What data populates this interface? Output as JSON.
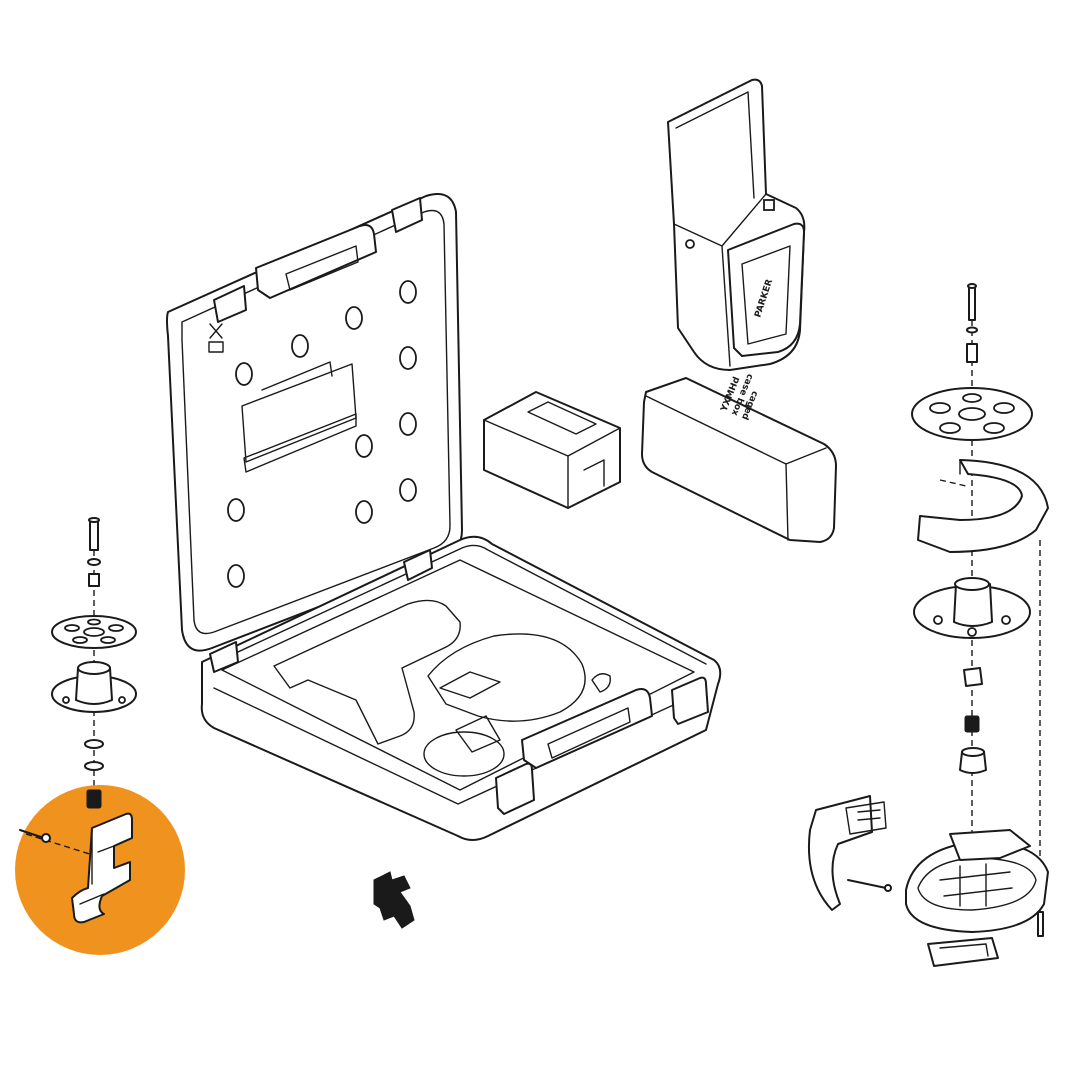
{
  "diagram": {
    "highlight_color": "#F0931E",
    "line_color": "#1a1a1a",
    "background": "#ffffff",
    "case_label_lines": [
      "YXMHd",
      "xoq ǝsɐɔ",
      "pǝƃɐɔ"
    ]
  }
}
